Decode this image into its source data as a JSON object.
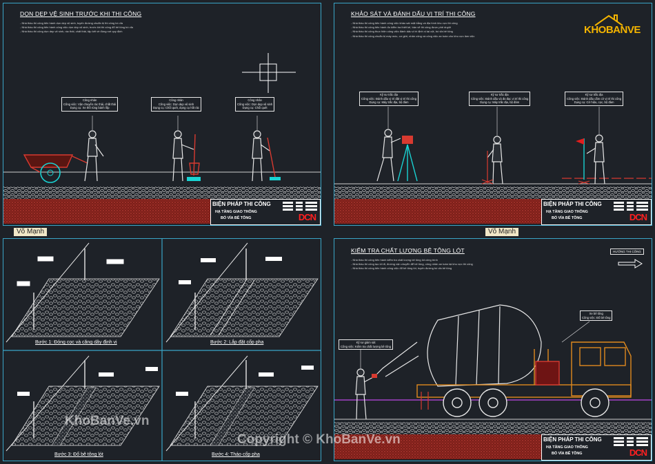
{
  "panels": {
    "p1": {
      "title": "DỌN DẸP VỆ SINH TRƯỚC KHI THI CÔNG",
      "notes": [
        "Nhà thầu thi công tiến hành dọn dẹp vệ sinh, tuyến đường chuẩn bị thi công bó vỉa",
        "Nhà thầu thi công tiến hành công việc dọn dẹp vệ sinh, trước khi thi công đổ bê tông bó vỉa",
        "Nhà thầu thi công dọn dẹp vệ sinh, rác thải, chất thải, tập kết về đúng nơi quy định"
      ],
      "callouts": [
        [
          "Công nhân",
          "Công việc: Vận chuyển rác thải, chất thải",
          "Dụng cụ: Xe thồ rùng bánh lốp"
        ],
        [
          "Công nhân",
          "Công việc: Dọn dẹp vệ sinh",
          "Dụng cụ: Chổi quét, dụng cụ hốt rác"
        ],
        [
          "Công nhân",
          "Công việc: Dọn dẹp vệ sinh",
          "Dụng cụ: Chổi quét"
        ]
      ]
    },
    "p2": {
      "title": "KHẢO SÁT VÀ ĐÁNH DẤU VỊ TRÍ THI CÔNG",
      "notes": [
        "Nhà thầu thi công tiến hành công việc khảo sát mặt bằng và địa hình khu vực thi công",
        "Nhà thầu thi công tiến hành đo kiểm tra thiết kế, bản vẽ thi công được phê duyệt",
        "Nhà thầu thi công thực hiện công việc đánh dấu vị trí định vị tại cột, bó vỉa bê tông",
        "Nhà thầu thi công chuẩn bị máy móc, cơ giới, nhân công và công việc an toàn cho khu vực làm việc"
      ],
      "callouts": [
        [
          "Kỹ sư trắc địa",
          "Công việc: Đánh dấu vị trí đặt vị trí thi công",
          "Dụng cụ: Máy trắc địa, bộ đàm"
        ],
        [
          "Kỹ sư trắc địa",
          "Công việc: Đánh dấu và đo đạc vị trí thi công",
          "Dụng cụ: Máy trắc địa, bộ đàm"
        ],
        [
          "Kỹ sư trắc địa",
          "Công việc: Đánh dấu cắm cờ vị trí thi công",
          "Dụng cụ: Cờ hiệu, cọc, bộ đàm"
        ]
      ]
    },
    "p3": {
      "steps": [
        "Bước 1: Đóng cọc và căng dây định vị",
        "Bước 2: Lắp đặt cốp pha",
        "Bước 3: Đổ bê tông lót",
        "Bước 4: Tháo cốp pha"
      ]
    },
    "p4": {
      "title": "KIỂM TRA CHẤT LƯỢNG BÊ TÔNG LÓT",
      "notes": [
        "Nhà thầu thi công tiến hành kiểm tra chất lượng bê tông lót công trình",
        "Nhà thầu thi công tạo lối đi, đường vận chuyển để bê tông, công nhân an toàn tại khu vực thi công",
        "Nhà thầu thi công tiến hành công việc đổ bê tông lót, tuyến đường bó vỉa bê tông"
      ],
      "callouts": [
        [
          "Kỹ sư giám sát",
          "Công việc: Kiểm tra chất lượng bê tông"
        ],
        [
          "Xe bê tông",
          "Công việc: Đổ bê tông"
        ]
      ],
      "direction_label": "HƯỚNG THI CÔNG"
    }
  },
  "title_block": {
    "line1": "BIỆN PHÁP THI CÔNG",
    "line2": "HẠ TẦNG GIAO THÔNG",
    "line3": "BÓ VỈA BÊ TÔNG",
    "logo": "DCN"
  },
  "author": "Võ Mạnh",
  "watermarks": {
    "brand": "KHOBANVE",
    "site": "KhoBanVe.vn",
    "copyright": "Copyright © KhoBanVe.vn"
  },
  "colors": {
    "background": "#1e2228",
    "border": "#3aa6c8",
    "road_red": "#c0392b",
    "cyan": "#19d3d3",
    "truck_orange": "#e08a1e",
    "logo_red": "#ff2020"
  }
}
